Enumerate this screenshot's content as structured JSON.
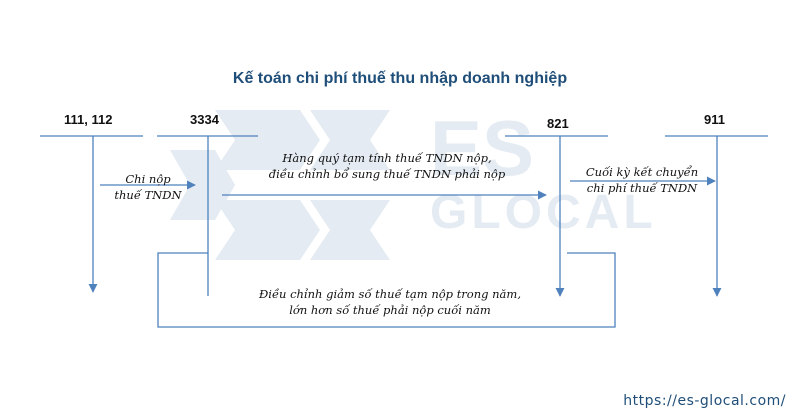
{
  "title": "Kế toán chi phí thuế thu nhập doanh nghiệp",
  "accounts": {
    "cash": "111, 112",
    "tax_payable": "3334",
    "tax_expense": "821",
    "result": "911"
  },
  "notes": {
    "pay_line1": "Chi nộp",
    "pay_line2": "thuế TNDN",
    "accrue_line1": "Hàng quý tạm tính thuế TNDN nộp,",
    "accrue_line2": "điều chỉnh bổ sung thuế TNDN phải nộp",
    "transfer_line1": "Cuối kỳ kết chuyển",
    "transfer_line2": "chi phí thuế TNDN",
    "reduce_line1": "Điều chỉnh giảm số thuế tạm nộp trong năm,",
    "reduce_line2": "lớn hơn số thuế phải nộp cuối năm"
  },
  "watermark": {
    "line1": "ES",
    "line2": "GLOCAL"
  },
  "footer_url": "https://es-glocal.com/",
  "colors": {
    "line": "#4f81bd",
    "title": "#1f4e79",
    "watermark": "#dde6ee"
  }
}
